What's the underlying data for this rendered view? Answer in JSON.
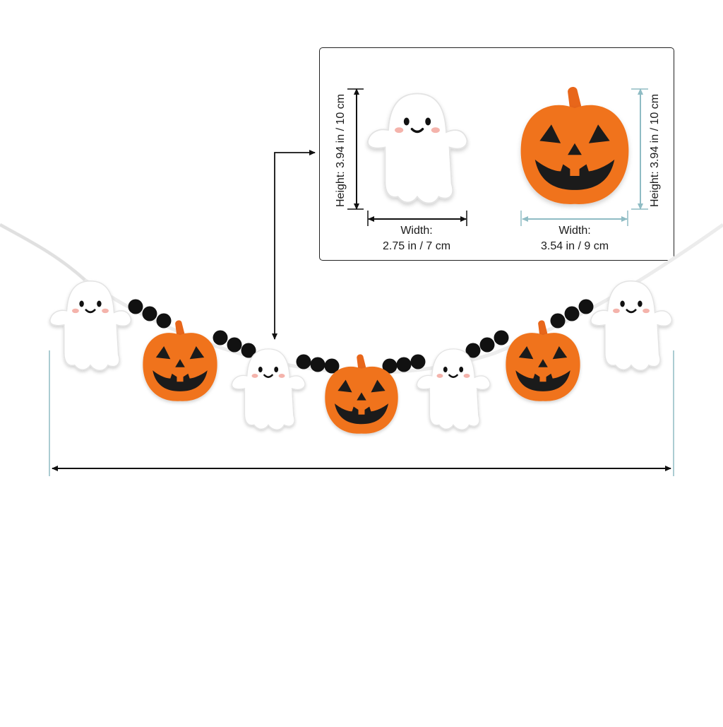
{
  "product": {
    "callout": {
      "ghost": {
        "height_label": "Height: 3.94 in / 10 cm",
        "width_label_line1": "Width:",
        "width_label_line2": "2.75 in / 7 cm"
      },
      "pumpkin": {
        "height_label": "Height: 3.94 in / 10 cm",
        "width_label_line1": "Width:",
        "width_label_line2": "3.54 in / 9 cm"
      }
    },
    "garland": {
      "pieces": [
        "ghost",
        "pumpkin",
        "ghost",
        "pumpkin",
        "ghost",
        "pumpkin",
        "ghost"
      ],
      "bead_color": "#111111"
    },
    "colors": {
      "pumpkin_orange": "#f0731c",
      "pumpkin_stem": "#e8661a",
      "ghost_white": "#ffffff",
      "ghost_shadow": "#d8d8d8",
      "cheek_pink": "#f4b3ab",
      "dim_line_black": "#111111",
      "dim_line_teal": "#8fbcc4",
      "string": "#eeeeee"
    }
  }
}
